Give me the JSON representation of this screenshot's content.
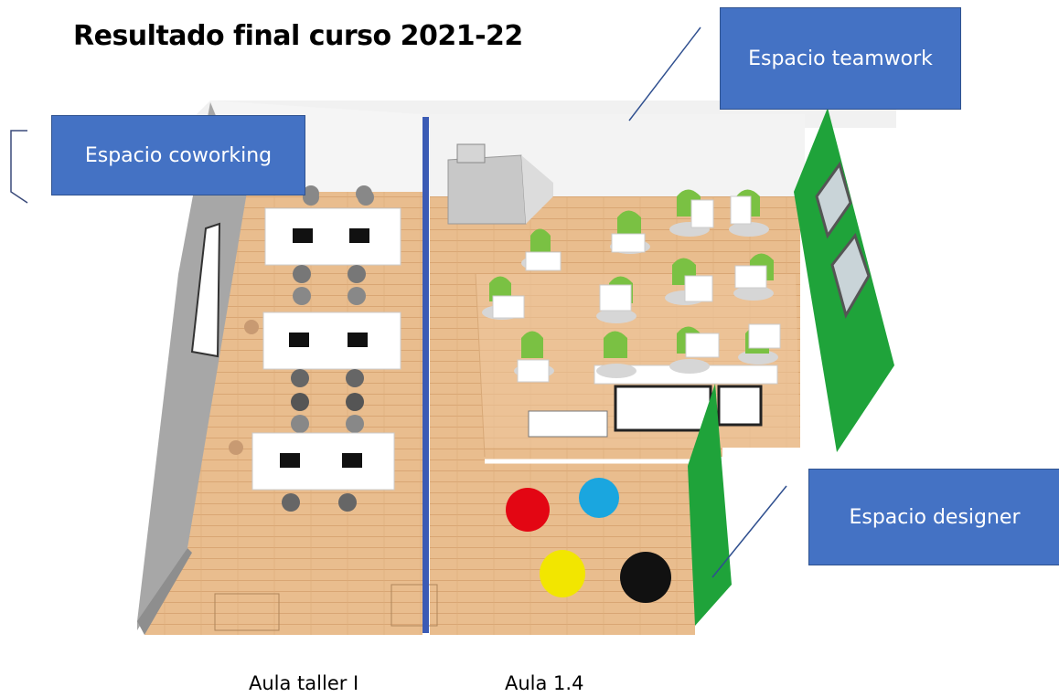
{
  "title": "Resultado final curso 2021-22",
  "callouts": {
    "coworking": "Espacio coworking",
    "teamwork": "Espacio teamwork",
    "designer": "Espacio designer"
  },
  "room_labels": {
    "left": "Aula taller I",
    "right": "Aula 1.4"
  },
  "colors": {
    "callout_fill": "#4472c4",
    "divider": "#3b5bb5",
    "floor": "#e8b98a",
    "wall": "#a9a9a9",
    "green_panel": "#1fa33a",
    "chair_green": "#7ac143",
    "pouf_red": "#e30613",
    "pouf_blue": "#1aa6df",
    "pouf_yellow": "#f2e600",
    "pouf_black": "#111111"
  }
}
